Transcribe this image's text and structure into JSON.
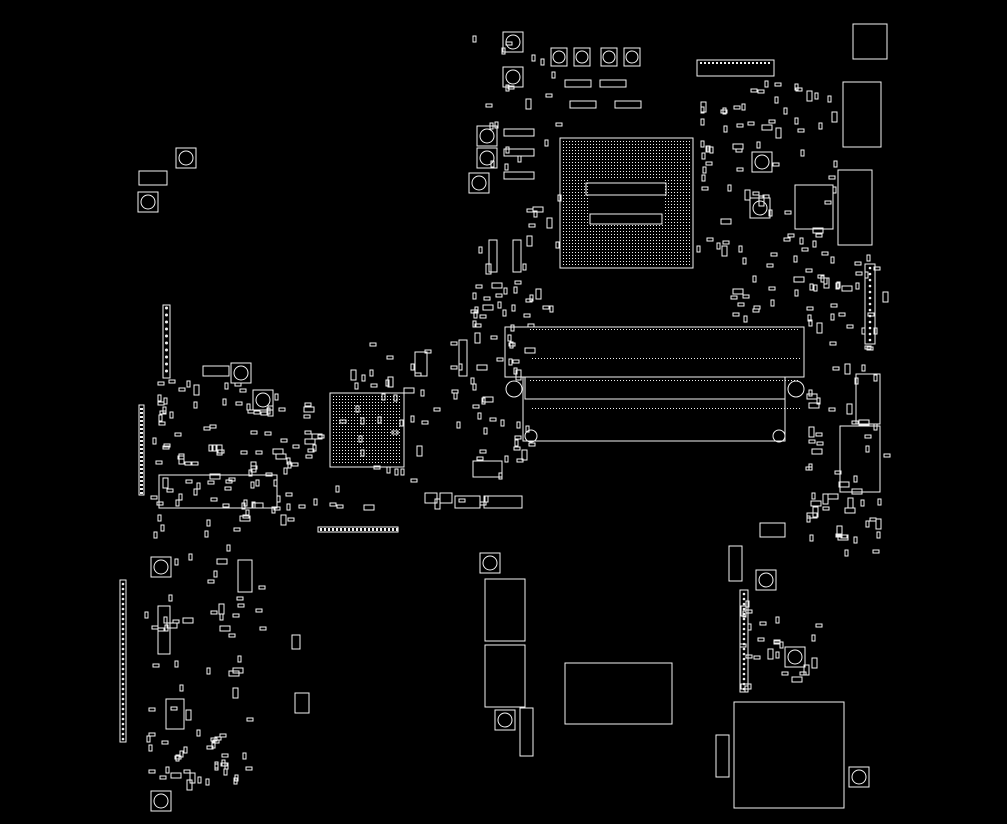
{
  "view": {
    "background": "#000000",
    "line_color": "#f2f2f2"
  },
  "board": {
    "components": [
      {
        "kind": "cpu-socket-bga",
        "label": ""
      },
      {
        "kind": "chipset-bga",
        "label": ""
      },
      {
        "kind": "memory-slot-upper",
        "label": ""
      },
      {
        "kind": "memory-slot-lower",
        "label": ""
      },
      {
        "kind": "connector-vertical-left",
        "label": ""
      },
      {
        "kind": "connector-vertical-right",
        "label": ""
      },
      {
        "kind": "io-port-right",
        "label": ""
      },
      {
        "kind": "embedded-controller",
        "label": ""
      },
      {
        "kind": "usb-port",
        "label": ""
      },
      {
        "kind": "mounting-pad",
        "label": ""
      }
    ]
  }
}
